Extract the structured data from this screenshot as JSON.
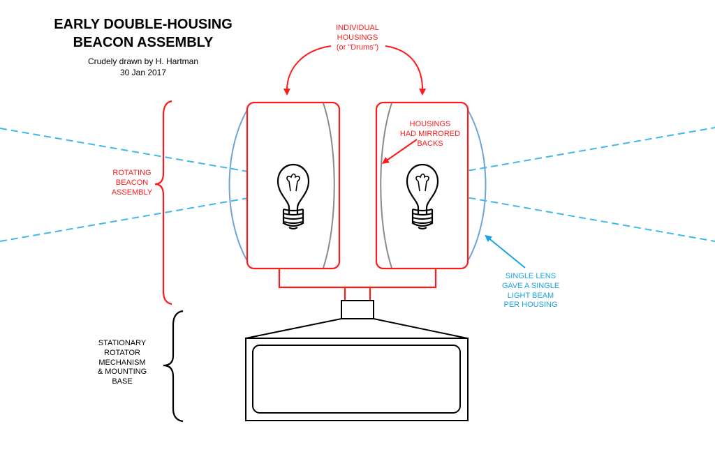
{
  "title": {
    "line1": "EARLY DOUBLE-HOUSING",
    "line2": "BEACON ASSEMBLY"
  },
  "credit": {
    "line1": "Crudely drawn by H. Hartman",
    "line2": "30 Jan 2017"
  },
  "labels": {
    "housings": [
      "INDIVIDUAL",
      "HOUSINGS",
      "(or \"Drums\")"
    ],
    "mirrored": [
      "HOUSINGS",
      "HAD MIRRORED",
      "BACKS"
    ],
    "rotating": [
      "ROTATING",
      "BEACON",
      "ASSEMBLY"
    ],
    "stationary": [
      "STATIONARY",
      "ROTATOR",
      "MECHANISM",
      "& MOUNTING",
      "BASE"
    ],
    "lens": [
      "SINGLE LENS",
      "GAVE A SINGLE",
      "LIGHT BEAM",
      "PER HOUSING"
    ]
  },
  "colors": {
    "housing": "#ff1a1a",
    "lens": "#6fa3d8",
    "beam": "#3fb8ec",
    "mirror": "#8a8a8a",
    "base": "#000000",
    "label_red": "#ff1a1a",
    "label_blue": "#1aa3e6"
  },
  "icons": [
    "light-bulb-icon",
    "curly-brace-icon",
    "arrow-icon"
  ]
}
